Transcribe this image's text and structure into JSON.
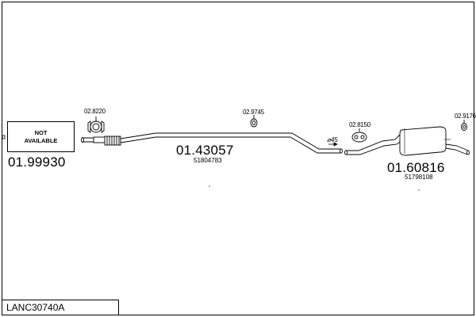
{
  "diagram": {
    "reference": "LANC30740A",
    "not_available": {
      "line1": "NOT",
      "line2": "AVAILABLE"
    },
    "parts": [
      {
        "part_number": "01.99930",
        "oem_number": ""
      },
      {
        "part_number": "01.43057",
        "oem_number": "51804783"
      },
      {
        "part_number": "01.60816",
        "oem_number": "51798108"
      }
    ],
    "accessories": [
      {
        "code": "02.8220",
        "icon": "clamp-icon"
      },
      {
        "code": "02.9745",
        "icon": "rubber-mount-icon"
      },
      {
        "code": "02.8150",
        "icon": "rubber-ring-icon"
      },
      {
        "code": "02.9176",
        "icon": "rubber-mount-icon"
      }
    ],
    "pipe_diameter_label": "⌀45"
  }
}
